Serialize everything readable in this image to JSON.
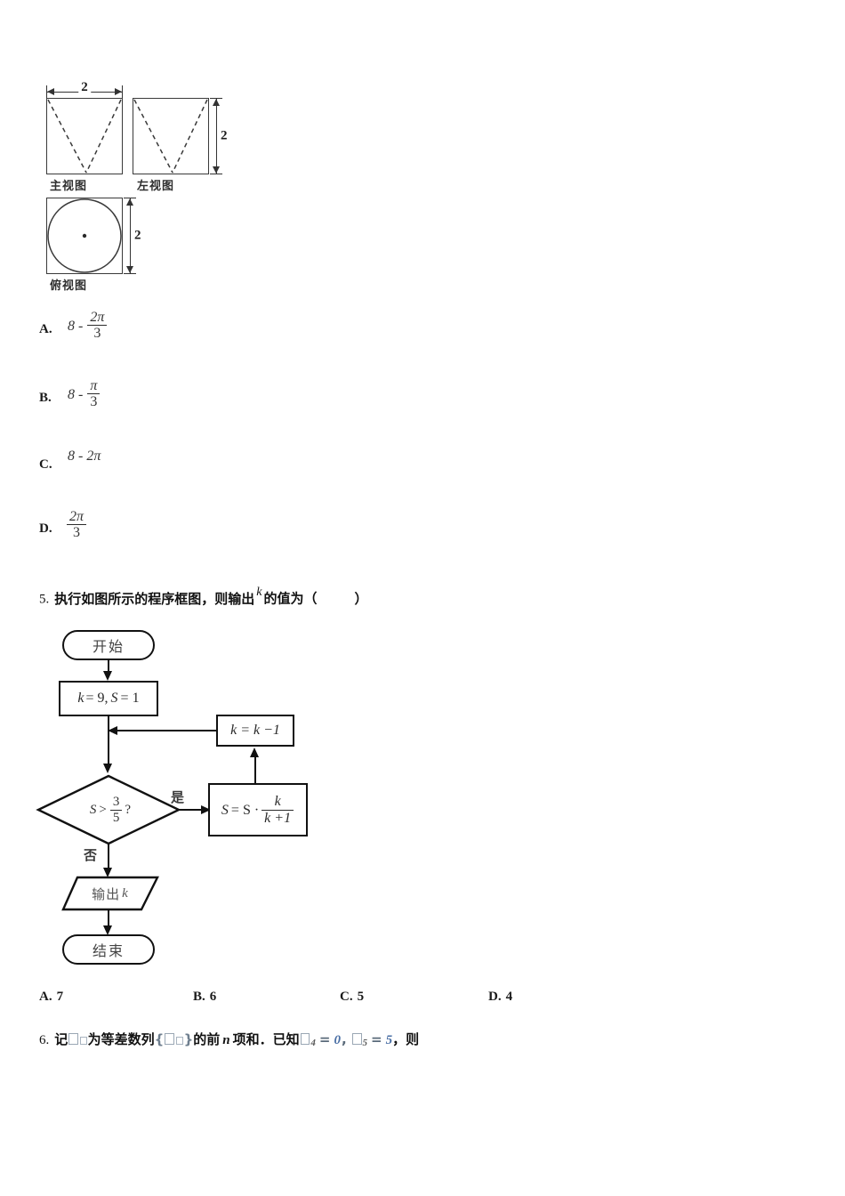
{
  "document": {
    "background_color": "#ffffff",
    "ink_color": "#1a1a1a"
  },
  "three_view_figure": {
    "front_view": {
      "caption": "主视图",
      "width_label": "2"
    },
    "side_view": {
      "caption": "左视图",
      "height_label": "2"
    },
    "top_view": {
      "caption": "俯视图",
      "height_label": "2",
      "shape": "square-with-inscribed-circle"
    }
  },
  "question4": {
    "options": [
      {
        "letter": "A.",
        "whole": "8",
        "minus": "-",
        "frac_num": "2π",
        "frac_den": "3",
        "has_fraction": true,
        "plain": ""
      },
      {
        "letter": "B.",
        "whole": "8",
        "minus": "-",
        "frac_num": "π",
        "frac_den": "3",
        "has_fraction": true,
        "plain": ""
      },
      {
        "letter": "C.",
        "whole": "",
        "minus": "",
        "frac_num": "",
        "frac_den": "",
        "has_fraction": false,
        "plain": "8 - 2π"
      },
      {
        "letter": "D.",
        "whole": "",
        "minus": "",
        "frac_num": "2π",
        "frac_den": "3",
        "has_fraction": true,
        "plain": ""
      }
    ]
  },
  "question5": {
    "number": "5.",
    "stem_part1": "执行如图所示的程序框图，则输出",
    "stem_symbol": "k",
    "stem_part2": "的值为（",
    "stem_part3": "）",
    "flowchart": {
      "start_label": "开始",
      "init_label": "k = 9, S = 1",
      "init_var1": "k",
      "init_eq1": "= 9,",
      "init_var2": "S",
      "init_eq2": "= 1",
      "decision_var": "S",
      "decision_op": ">",
      "decision_num": "3",
      "decision_den": "5",
      "decision_mark": "?",
      "yes_label": "是",
      "no_label": "否",
      "update_s_lhs": "S",
      "update_s_eq": "= S ·",
      "update_s_num": "k",
      "update_s_den": "k +1",
      "decrement_label": "k = k −1",
      "output_label": "输出",
      "output_var": "k",
      "end_label": "结束"
    },
    "answers": [
      {
        "letter": "A.",
        "value": "7"
      },
      {
        "letter": "B.",
        "value": "6"
      },
      {
        "letter": "C.",
        "value": "5"
      },
      {
        "letter": "D.",
        "value": "4"
      }
    ]
  },
  "question6": {
    "number": "6.",
    "seg1": "记",
    "seg2": "为等差数列",
    "seg3": "的前",
    "seg_n": "n",
    "seg4": "项和．已知",
    "sub_a": "4",
    "val_a": "0",
    "comma": ",",
    "sub_b": "5",
    "val_b": "5",
    "seg5": "，则"
  }
}
